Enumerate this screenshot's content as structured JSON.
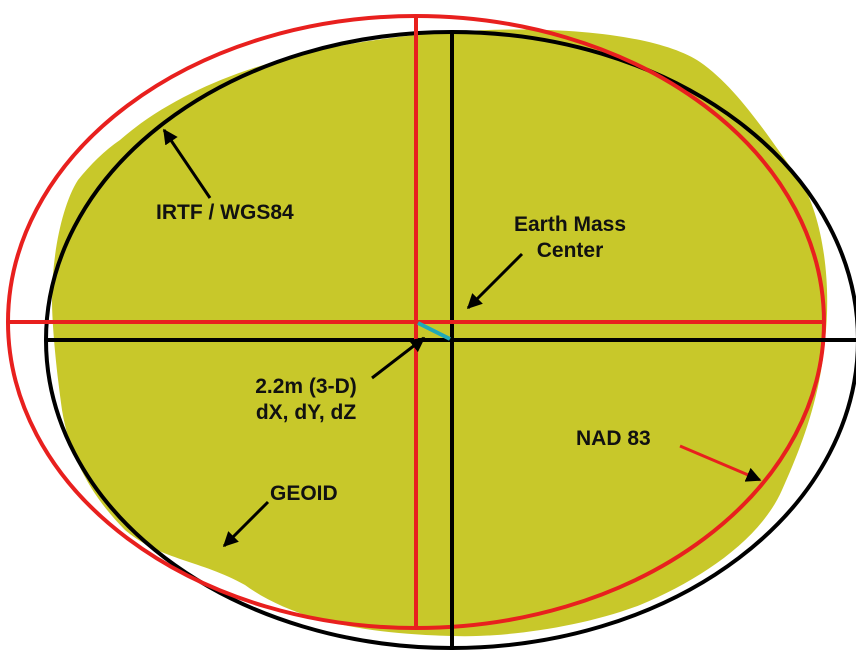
{
  "labels": {
    "irtf": "IRTF / WGS84",
    "mass_center_line1": "Earth Mass",
    "mass_center_line2": "Center",
    "offset_line1": "2.2m (3-D)",
    "offset_line2": "dX, dY, dZ",
    "nad": "NAD 83",
    "geoid": "GEOID"
  },
  "colors": {
    "geoid_fill": "#c8c82a",
    "ellipsoid_black": "#000000",
    "ellipsoid_red": "#e8201e",
    "offset_vector": "#21a9b7",
    "background": "#ffffff"
  }
}
